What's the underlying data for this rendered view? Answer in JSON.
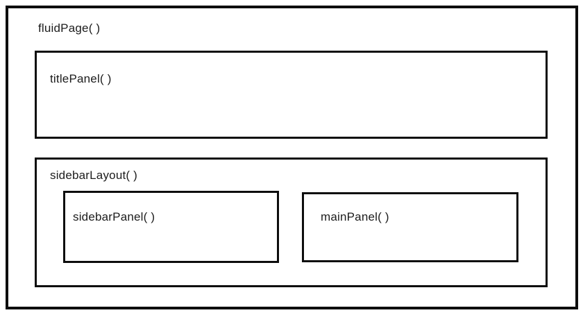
{
  "diagram": {
    "fluidPage": {
      "label": "fluidPage( )"
    },
    "titlePanel": {
      "label": "titlePanel( )"
    },
    "sidebarLayout": {
      "label": "sidebarLayout( )"
    },
    "sidebarPanel": {
      "label": "sidebarPanel( )"
    },
    "mainPanel": {
      "label": "mainPanel( )"
    }
  },
  "colors": {
    "border": "#0d0d0d",
    "text": "#1c1c1c",
    "background": "#ffffff"
  }
}
